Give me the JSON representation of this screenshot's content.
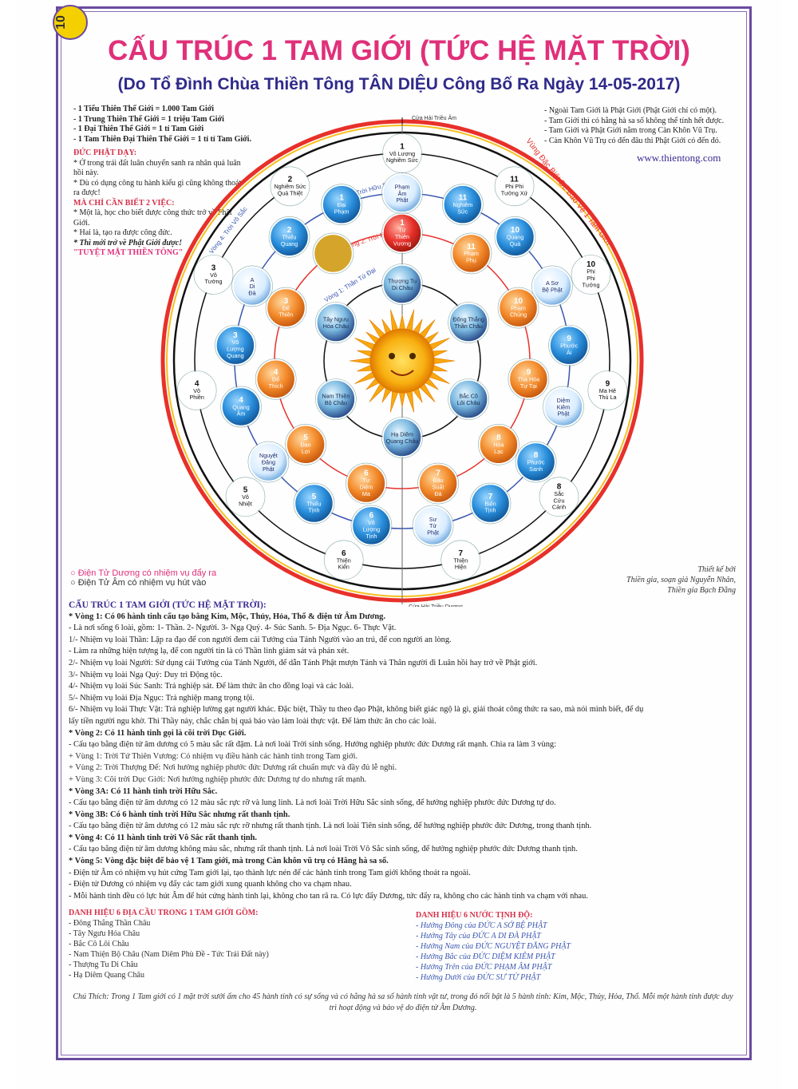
{
  "page_number": "10",
  "title": "CẤU TRÚC 1 TAM GIỚI (TỨC HỆ MẶT TRỜI)",
  "subtitle": "(Do Tổ Đình Chùa Thiền Tông TÂN DIỆU Công Bố Ra Ngày 14-05-2017)",
  "definitions": [
    "- 1 Tiểu Thiên Thế Giới = 1.000 Tam Giới",
    "- 1 Trung Thiên Thế Giới = 1 triệu Tam Giới",
    "- 1 Đại Thiên Thế Giới = 1 tỉ Tam Giới",
    "- 1 Tam Thiên Đại Thiên Thế Giới = 1 tỉ tỉ Tam Giới."
  ],
  "right_notes": [
    "- Ngoài Tam Giới là Phật Giới (Phật Giới chỉ có một).",
    "- Tam Giới thì có hằng hà sa số không thể tính hết được.",
    "- Tam Giới và Phật Giới nằm trong Càn Khôn Vũ Trụ.",
    "- Càn Khôn Vũ Trụ có đến đâu thì Phật Giới có đến đó."
  ],
  "website": "www.thientong.com",
  "duc_phat_day": {
    "heading": "ĐỨC PHẬT DẠY:",
    "items": [
      "* Ở trong trái đất luân chuyển sanh ra nhân quả luân hồi này.",
      "* Dù có dụng công tu hành kiểu gì cũng không thoát ra được!"
    ],
    "heading2": "MÀ CHỈ CẦN BIẾT 2 VIỆC:",
    "items2": [
      "* Một là, học cho biết được công thức trở về Phật Giới.",
      "* Hai là, tạo ra được công đức.",
      "* Thì mới trở về Phật Giới được!"
    ],
    "motto": "\"TUYỆT MẬT THIỀN TÔNG\""
  },
  "diagram": {
    "top_label": "Cửa Hải Triều Âm",
    "bottom_label": "Cửa Hải Triều Dương",
    "ring_labels": [
      "Vòng 1: Thần Tứ Đại",
      "Vòng 2: Trời Dục Giới",
      "Vòng 3: Trời Hữu Sắc",
      "Vòng 4: Trời Vô Sắc",
      "Vùng Đặc Biệt Để Bảo Vệ 1 Tam Giới"
    ],
    "inner": [
      {
        "name": "Thượng Tu Di Châu"
      },
      {
        "name": "Đông Thắng Thần Châu"
      },
      {
        "name": "Bắc Cô Lôi Châu"
      },
      {
        "name": "Hạ Diêm Quang Châu"
      },
      {
        "name": "Nam Thiện Bộ Châu"
      },
      {
        "name": "Tây Ngưu Hóa Châu"
      }
    ],
    "ring2": [
      {
        "num": "1",
        "name": "Tứ Thiên Vương",
        "color": "#e8302a"
      },
      {
        "num": "11",
        "name": "Phạm Phụ",
        "color": "#f08a30"
      },
      {
        "num": "10",
        "name": "Phạm Chúng",
        "color": "#f08a30"
      },
      {
        "num": "9",
        "name": "Tha Hóa Tự Tại",
        "color": "#f08a30"
      },
      {
        "num": "8",
        "name": "Hóa Lạc",
        "color": "#f08a30"
      },
      {
        "num": "7",
        "name": "Đâu Suất Đà",
        "color": "#f08a30"
      },
      {
        "num": "6",
        "name": "Tự Diệm Ma",
        "color": "#f08a30"
      },
      {
        "num": "5",
        "name": "Đao Lợi",
        "color": "#f08a30"
      },
      {
        "num": "4",
        "name": "Đế Thích",
        "color": "#f08a30"
      },
      {
        "num": "3",
        "name": "Đế Thiên",
        "color": "#f08a30"
      },
      {
        "num": "",
        "name": "",
        "color": "#d4a52a"
      }
    ],
    "ring3": [
      {
        "num": "",
        "name": "Phạm Âm Phật"
      },
      {
        "num": "11",
        "name": "Nghiêm Sức"
      },
      {
        "num": "10",
        "name": "Quang Quả"
      },
      {
        "num": "",
        "name": "A Sơ Bệ Phật"
      },
      {
        "num": "9",
        "name": "Phước Ái"
      },
      {
        "num": "",
        "name": "Diệm Kiêm Phật"
      },
      {
        "num": "8",
        "name": "Phước Sanh"
      },
      {
        "num": "7",
        "name": "Biến Tịnh"
      },
      {
        "num": "",
        "name": "Sư Tử Phật"
      },
      {
        "num": "6",
        "name": "Vô Lượng Tịnh"
      },
      {
        "num": "5",
        "name": "Thiểu Tịnh"
      },
      {
        "num": "",
        "name": "Nguyệt Đăng Phật"
      },
      {
        "num": "4",
        "name": "Quang Âm"
      },
      {
        "num": "3",
        "name": "Vô Lượng Quang"
      },
      {
        "num": "",
        "name": "A Di Đà"
      },
      {
        "num": "2",
        "name": "Thiểu Quang"
      },
      {
        "num": "1",
        "name": "Đại Phạm"
      }
    ],
    "ring4": [
      {
        "num": "1",
        "name": "Vô Lượng Nghiêm Sức"
      },
      {
        "num": "11",
        "name": "Phi Phi Tưởng Xứ"
      },
      {
        "num": "10",
        "name": "Phi Phi Tưởng"
      },
      {
        "num": "9",
        "name": "Ma Hê Thủ La"
      },
      {
        "num": "8",
        "name": "Sắc Cứu Cánh"
      },
      {
        "num": "7",
        "name": "Thiện Hiện"
      },
      {
        "num": "6",
        "name": "Thiện Kiến"
      },
      {
        "num": "5",
        "name": "Vô Nhiệt"
      },
      {
        "num": "4",
        "name": "Vô Phiền"
      },
      {
        "num": "3",
        "name": "Vô Tưởng"
      },
      {
        "num": "2",
        "name": "Nghiêm Sức Quả Thiệt"
      }
    ]
  },
  "legend": [
    "Điện Tử Dương có nhiệm vụ đẩy ra",
    "Điện Tử Âm có nhiệm vụ hút vào"
  ],
  "credit": [
    "Thiết kế bởi",
    "Thiền gia, soạn giả Nguyễn Nhân,",
    "Thiền gia Bạch Đằng"
  ],
  "body_heading": "CẤU TRÚC 1 TAM GIỚI (TỨC HỆ MẶT TRỜI):",
  "body_lines": [
    "* Vòng 1: Có 06 hành tinh cấu tạo bằng Kim, Mộc, Thủy, Hỏa, Thổ & điện tử Âm Dương.",
    "- Là nơi sống 6 loài, gồm: 1- Thần. 2- Người. 3- Ngạ Quỷ. 4- Súc Sanh. 5- Địa Ngục. 6- Thực Vật.",
    "1/- Nhiệm vụ loài Thần: Lập ra đạo để con người đem cái Tướng của Tánh Người vào an trú, để con người an lòng.",
    "- Làm ra những hiện tượng lạ, để con người tin là có Thần linh giám sát và phán xét.",
    "2/- Nhiệm vụ loài Người: Sử dụng cái Tướng của Tánh Người, để dẫn Tánh Phật mượn Tánh và Thân người đi Luân hồi hay trở về Phật giới.",
    "3/- Nhiệm vụ loài Ngạ Quỷ: Duy trì Động tộc.",
    "4/- Nhiệm vụ loài Súc Sanh: Trả nghiệp sát. Để làm thức ăn cho đồng loại và các loài.",
    "5/- Nhiệm vụ loài Địa Ngục: Trả nghiệp mang trọng tội.",
    "6/- Nhiệm vụ loài Thực Vật: Trả nghiệp lường gạt người khác. Đặc biệt, Thầy tu theo đạo Phật, không biết giác ngộ là gì, giải thoát công thức ra sao, mà nói mình biết, để dụ",
    "lấy tiền người ngu khờ. Thì Thầy này, chắc chắn bị quả báo vào làm loài thực vật. Để làm thức ăn cho các loài.",
    "* Vòng 2: Có 11 hành tinh gọi là cõi trời Dục Giới.",
    "- Cấu tạo bằng điện tử âm dương có 5 màu sắc rất đậm. Là nơi loài Trời sinh sống. Hưởng nghiệp phước đức Dương rất mạnh. Chia ra làm 3 vùng:",
    "+ Vùng 1: Trời Tứ Thiên Vương: Có nhiệm vụ điều hành các hành tinh trong Tam giới.",
    "+ Vùng 2: Trời Thượng Đế: Nơi hưởng nghiệp phước đức Dương rất chuẩn mực và đầy đủ lễ nghi.",
    "+ Vùng 3: Cõi trời Dục Giới: Nơi hưởng nghiệp phước đức Dương tự do nhưng rất mạnh.",
    "* Vòng 3A: Có 11 hành tinh trời Hữu Sắc.",
    "- Cấu tạo bằng điện tử âm dương có 12 màu sắc rực rỡ và lung linh. Là nơi loài Trời Hữu Sắc sinh sống, để hưởng nghiệp phước đức Dương tự do.",
    "* Vòng 3B: Có 6 hành tinh trời Hữu Sắc nhưng rất thanh tịnh.",
    "- Cấu tạo bằng điện tử âm dương có 12 màu sắc rực rỡ nhưng rất thanh tịnh. Là nơi loài Tiên sinh sống, để hưởng nghiệp phước đức Dương, trong thanh tịnh.",
    "* Vòng 4: Có 11 hành tinh trời Vô Sắc rất thanh tịnh.",
    "- Cấu tạo bằng điện tử âm dương không màu sắc, nhưng rất thanh tịnh. Là nơi loài Trời Vô Sắc sinh sống, để hưởng nghiệp phước đức Dương thanh tịnh.",
    "* Vòng 5: Vòng đặc biệt để bảo vệ 1 Tam giới, mà trong Càn khôn vũ trụ có Hằng hà sa số.",
    "- Điện tử Âm có nhiệm vụ hút cứng Tam giới lại, tạo thành lực nén để các hành tinh trong Tam giới không thoát ra ngoài.",
    "- Điện tử Dương có nhiệm vụ đẩy các tam giới xung quanh không cho va chạm nhau.",
    "- Mỗi hành tinh đều có lực hút Âm để hút cứng hành tinh lại, không cho tan rã ra. Có lực đẩy Dương, tức đẩy ra, không cho các hành tinh va chạm với nhau."
  ],
  "names_left": {
    "heading": "DANH HIỆU 6 ĐỊA CẦU TRONG 1 TAM GIỚI GỒM:",
    "items": [
      "- Đông Thắng Thần Châu",
      "- Tây Ngưu Hóa Châu",
      "- Bắc Cô Lôi Châu",
      "- Nam Thiện Bộ Châu (Nam Diêm Phù Đề - Tức Trái Đất này)",
      "- Thượng Tu Di Châu",
      "- Hạ Diêm Quang Châu"
    ]
  },
  "names_right": {
    "heading": "DANH HIỆU 6 NƯỚC TỊNH ĐỘ:",
    "items": [
      "- Hướng Đông của ĐỨC A SỞ BỆ PHẬT",
      "- Hướng Tây của ĐỨC A DI ĐÀ PHẬT",
      "- Hướng Nam của ĐỨC NGUYỆT ĐĂNG PHẬT",
      "- Hướng Bắc của ĐỨC DIỆM KIÊM PHẬT",
      "- Hướng Trên của ĐỨC PHẠM ÂM PHẬT",
      "- Hướng Dưới của ĐỨC SƯ TỬ PHẬT"
    ]
  },
  "note": "Chú Thích: Trong 1 Tam giới có 1 mặt trời sưởi ấm cho 45 hành tinh có sự sống và có hằng hà sa số hành tinh vật tư, trong đó nổi bật là 5 hành tinh: Kim, Mộc, Thủy, Hỏa, Thổ. Mỗi một hành tinh được duy trì hoạt động và bảo vệ do điện tử Âm Dương."
}
